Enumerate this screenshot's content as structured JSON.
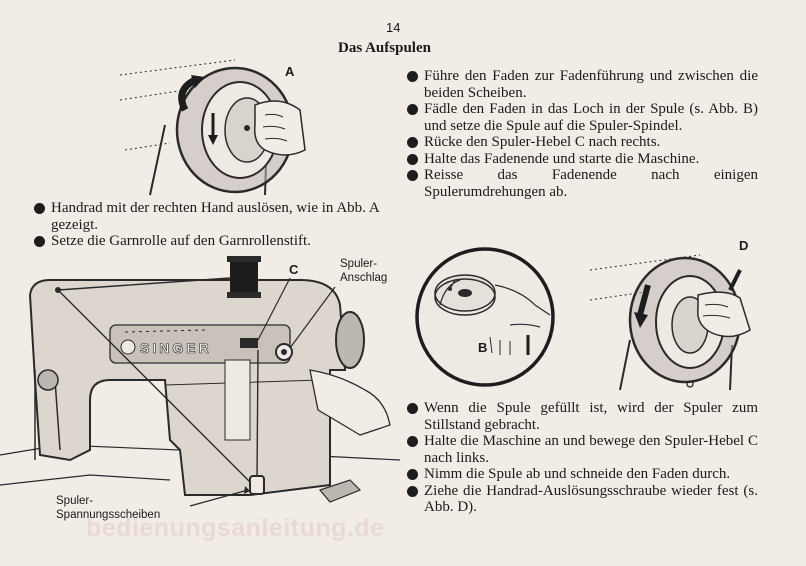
{
  "page": {
    "number": "14",
    "title": "Das Aufspulen",
    "watermark": "bedienungsanleitung.de"
  },
  "figures": {
    "a_label": "A",
    "b_label": "B",
    "d_label": "D",
    "c_label": "C",
    "machine_brand": "SINGER"
  },
  "callouts": {
    "spuler_anschlag_line1": "Spuler-",
    "spuler_anschlag_line2": "Anschlag",
    "spannungsscheiben_line1": "Spuler-",
    "spannungsscheiben_line2": "Spannungsscheiben"
  },
  "instructions_left": [
    "Handrad mit der rechten Hand auslösen, wie in Abb. A gezeigt.",
    "Setze die Garnrolle auf den Garnrollenstift."
  ],
  "instructions_right_top": [
    "Führe den Faden zur Fadenführung und zwischen die beiden Scheiben.",
    "Fädle den Faden in das Loch in der Spule (s. Abb. B) und setze die Spule auf die Spuler-Spindel.",
    "Rücke den Spuler-Hebel C nach rechts.",
    "Halte das Fadenende und starte die Maschine.",
    "Reisse das Fadenende nach einigen Spulerumdrehungen ab."
  ],
  "instructions_right_bottom": [
    "Wenn die Spule gefüllt ist, wird der Spuler zum Stillstand gebracht.",
    "Halte die Maschine an und bewege den Spuler-Hebel C nach links.",
    "Nimm die Spule ab und schneide den Faden durch.",
    "Ziehe die Handrad-Auslösungsschraube wieder fest (s. Abb. D)."
  ]
}
